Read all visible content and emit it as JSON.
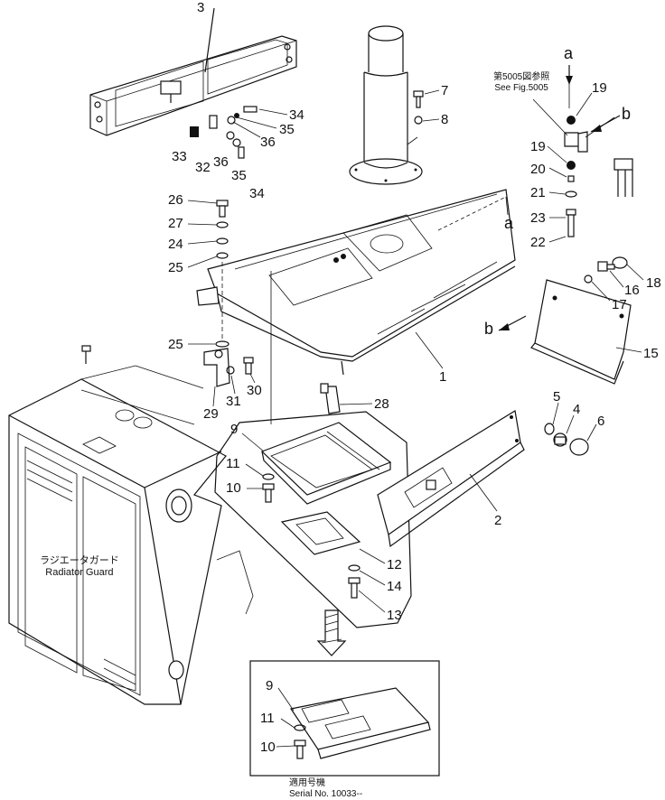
{
  "diagram": {
    "part_numbers": {
      "p1": "1",
      "p2": "2",
      "p3": "3",
      "p4": "4",
      "p5": "5",
      "p6": "6",
      "p7": "7",
      "p8": "8",
      "p9": "9",
      "p9b": "9",
      "p10": "10",
      "p10b": "10",
      "p11": "11",
      "p11b": "11",
      "p12": "12",
      "p13": "13",
      "p14": "14",
      "p15": "15",
      "p16": "16",
      "p17": "17",
      "p18": "18",
      "p19a": "19",
      "p19b": "19",
      "p20": "20",
      "p21": "21",
      "p22": "22",
      "p23": "23",
      "p24": "24",
      "p25a": "25",
      "p25b": "25",
      "p26": "26",
      "p27": "27",
      "p28": "28",
      "p29": "29",
      "p30": "30",
      "p31": "31",
      "p32": "32",
      "p33": "33",
      "p34a": "34",
      "p34b": "34",
      "p35a": "35",
      "p35b": "35",
      "p36a": "36",
      "p36b": "36"
    },
    "callout_letters": {
      "a_top": "a",
      "a_mid": "a",
      "b_top": "b",
      "b_mid": "b"
    },
    "fig_reference": {
      "japanese": "第5005図参照",
      "english": "See Fig.5005"
    },
    "radiator_guard": {
      "japanese": "ラジエータガード",
      "english": "Radiator Guard"
    },
    "serial_note": {
      "japanese": "適用号機",
      "english": "Serial  No.  10033--"
    }
  }
}
